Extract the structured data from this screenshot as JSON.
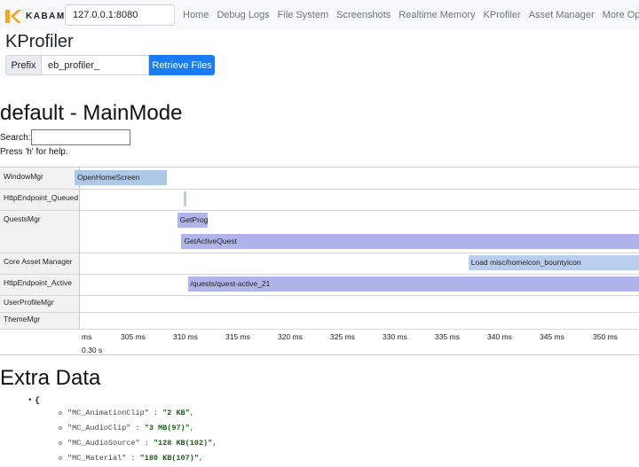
{
  "brand": {
    "name": "KABAM",
    "accent_color": "#f5a623"
  },
  "navbar": {
    "host_value": "127.0.0.1:8080",
    "links": [
      "Home",
      "Debug Logs",
      "File System",
      "Screenshots",
      "Realtime Memory",
      "KProfiler",
      "Asset Manager"
    ],
    "more_label": "More Options"
  },
  "header": {
    "title": "KProfiler",
    "prefix_label": "Prefix",
    "prefix_value": "eb_profiler_",
    "retrieve_label": "Retrieve Files"
  },
  "mode_title": "default - MainMode",
  "search": {
    "label": "Search:",
    "value": "",
    "help": "Press 'h' for help."
  },
  "profiler": {
    "rows": [
      {
        "label": "WindowMgr"
      },
      {
        "label": "HttpEndpoint_Queued"
      },
      {
        "label": "QuestsMgr"
      },
      {
        "label": "Core Asset Manager"
      },
      {
        "label": "HttpEndpoint_Active"
      },
      {
        "label": "UserProfileMgr"
      },
      {
        "label": "ThemeMgr"
      }
    ],
    "bars": [
      {
        "row": 0,
        "label": "OpenHomeScreen",
        "start": 300.6,
        "end": 309.4,
        "color": "#aec8e8"
      },
      {
        "row": 1,
        "label": "/",
        "start": 311.0,
        "end": 311.3,
        "color": "#b9cdee"
      },
      {
        "row": 2,
        "label": "GetProgr",
        "start": 310.4,
        "end": 313.3,
        "color": "#b0b4ea"
      },
      {
        "row": 2,
        "label": "GetActiveQuest",
        "start": 310.8,
        "end": 354.5,
        "color": "#b0b4ea"
      },
      {
        "row": 3,
        "label": "Load misc/homeicon_bountyicon",
        "start": 338.2,
        "end": 354.5,
        "color": "#b9cdee"
      },
      {
        "row": 4,
        "label": "/quests/quest-active_21",
        "start": 311.4,
        "end": 354.5,
        "color": "#b0b4ea"
      }
    ],
    "axis": {
      "ticks": [
        "ms",
        "305 ms",
        "310 ms",
        "315 ms",
        "320 ms",
        "325 ms",
        "330 ms",
        "335 ms",
        "340 ms",
        "345 ms",
        "350 ms"
      ],
      "scale_label": "0.30 s"
    }
  },
  "extra": {
    "title": "Extra Data",
    "open_brace": "{",
    "entries": [
      {
        "key": "\"MC_AnimationClip\"",
        "value": "\"2 KB\""
      },
      {
        "key": "\"MC_AudioClip\"",
        "value": "\"3 MB(97)\""
      },
      {
        "key": "\"MC_AudioSource\"",
        "value": "\"128 KB(102)\""
      },
      {
        "key": "\"MC_Material\"",
        "value": "\"180 KB(107)\""
      }
    ]
  }
}
